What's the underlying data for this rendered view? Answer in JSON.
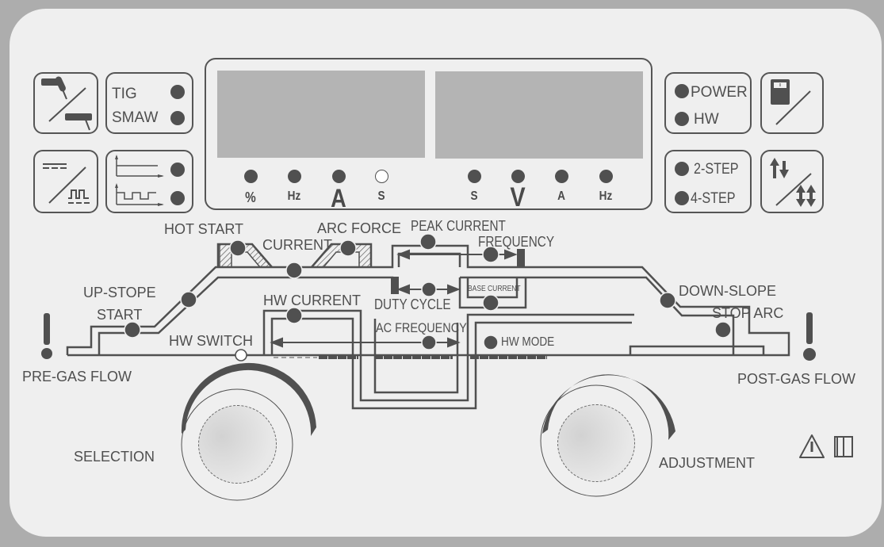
{
  "panel": {
    "colors": {
      "frame": "#adadad",
      "face": "#efefef",
      "ink": "#505050",
      "display": "#b4b4b4"
    }
  },
  "left_buttons": {
    "process_select": {
      "icon": "torch-electrode-icon"
    },
    "process_indicator": {
      "items": [
        {
          "label": "TIG",
          "led": "on"
        },
        {
          "label": "SMAW",
          "led": "on"
        }
      ]
    },
    "current_type_select": {
      "icon": "dc-pulse-icon"
    },
    "waveform_indicator": {
      "items": [
        {
          "icon": "dc-flat-waveform-icon",
          "led": "on"
        },
        {
          "icon": "pulse-waveform-icon",
          "led": "on"
        }
      ]
    }
  },
  "displays": {
    "left_units": [
      {
        "label": "%",
        "led": "on"
      },
      {
        "label": "Hz",
        "led": "on"
      },
      {
        "label": "A",
        "led": "on",
        "emphasis": true
      },
      {
        "label": "S",
        "led": "off"
      }
    ],
    "right_units": [
      {
        "label": "S",
        "led": "on"
      },
      {
        "label": "V",
        "led": "on",
        "emphasis": true
      },
      {
        "label": "A",
        "led": "on"
      },
      {
        "label": "Hz",
        "led": "on"
      }
    ]
  },
  "right_buttons": {
    "status_indicator": {
      "items": [
        {
          "label": "POWER",
          "led": "on"
        },
        {
          "label": "HW",
          "led": "on"
        }
      ]
    },
    "remote_select": {
      "icon": "remote-control-icon"
    },
    "trigger_indicator": {
      "items": [
        {
          "label": "2-STEP",
          "led": "on"
        },
        {
          "label": "4-STEP",
          "led": "on"
        }
      ]
    },
    "trigger_select": {
      "icon": "trigger-mode-arrows-icon"
    }
  },
  "diagram": {
    "labels": {
      "hot_start": "HOT START",
      "current": "CURRENT",
      "arc_force": "ARC FORCE",
      "peak_current": "PEAK CURRENT",
      "frequency": "FREQUENCY",
      "up_slope": "UP-STOPE",
      "start": "START",
      "hw_current": "HW CURRENT",
      "duty_cycle": "DUTY CYCLE",
      "base_current": "BASE CURRENT",
      "hw_switch": "HW SWITCH",
      "ac_frequency": "AC FREQUENCY",
      "hw_mode": "HW MODE",
      "down_slope": "DOWN-SLOPE",
      "stop_arc": "STOP ARC",
      "pre_gas_flow": "PRE-GAS FLOW",
      "post_gas_flow": "POST-GAS FLOW"
    }
  },
  "knobs": {
    "selection": {
      "label": "SELECTION"
    },
    "adjustment": {
      "label": "ADJUSTMENT"
    }
  },
  "warnings": {
    "icons": [
      "warning-triangle-icon",
      "manual-book-icon"
    ]
  }
}
